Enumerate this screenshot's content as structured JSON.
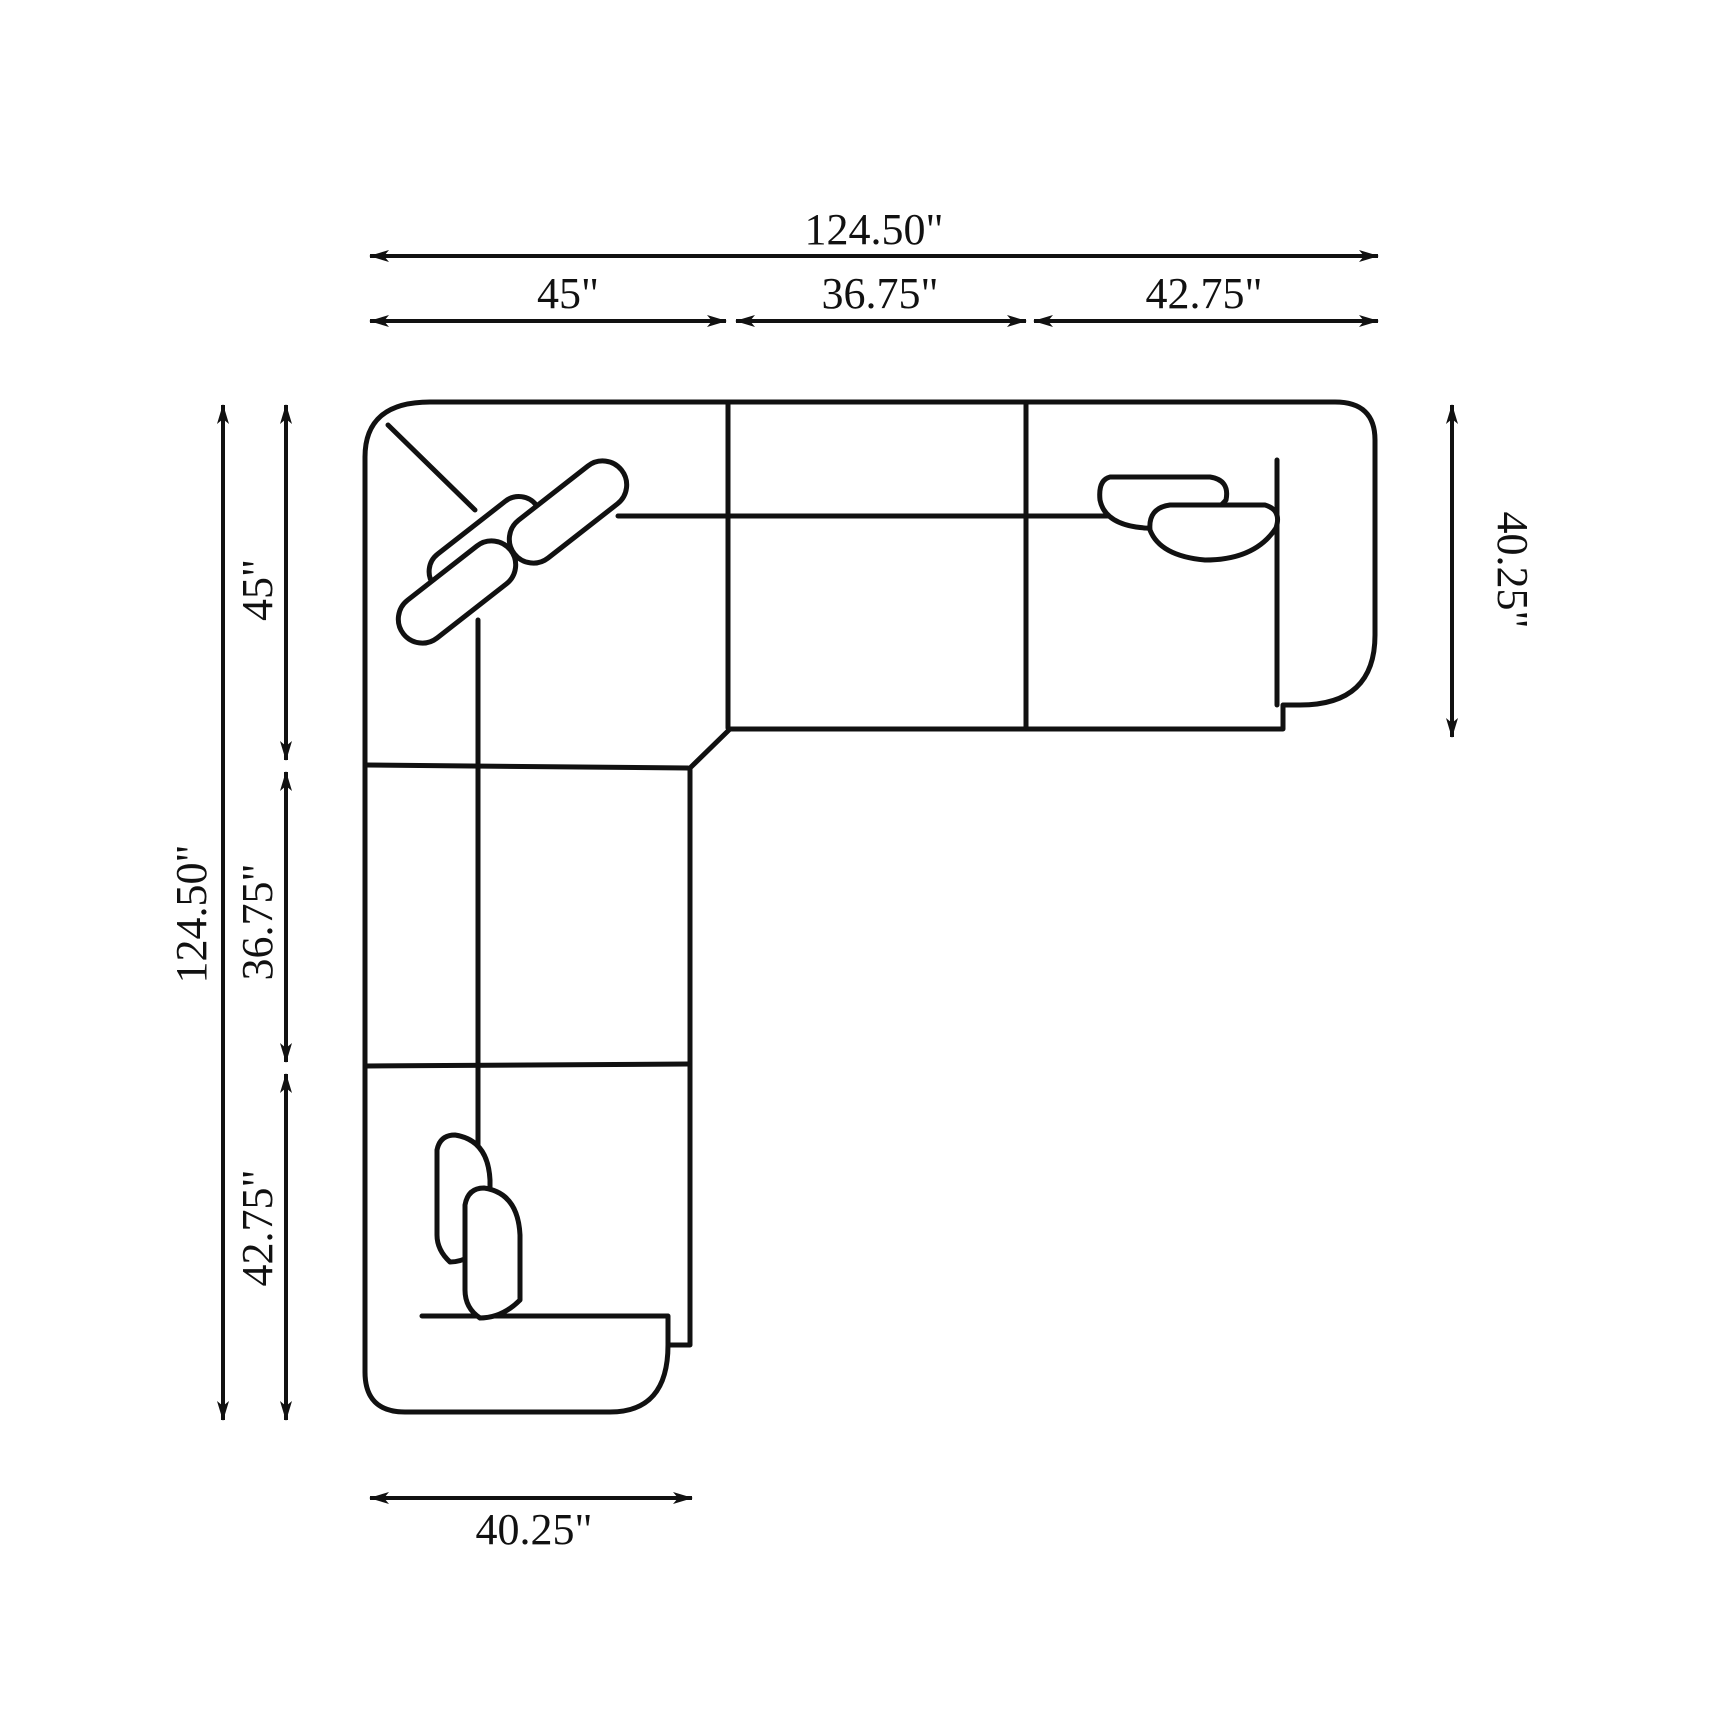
{
  "diagram": {
    "type": "sectional-sofa-dimensions",
    "line_color": "#111111",
    "background": "#ffffff"
  },
  "dimensions": {
    "top_total": "124.50\"",
    "top_seg_1": "45\"",
    "top_seg_2": "36.75\"",
    "top_seg_3": "42.75\"",
    "right_depth": "40.25\"",
    "left_total": "124.50\"",
    "left_seg_1": "45\"",
    "left_seg_2": "36.75\"",
    "left_seg_3": "42.75\"",
    "bottom_depth": "40.25\""
  }
}
